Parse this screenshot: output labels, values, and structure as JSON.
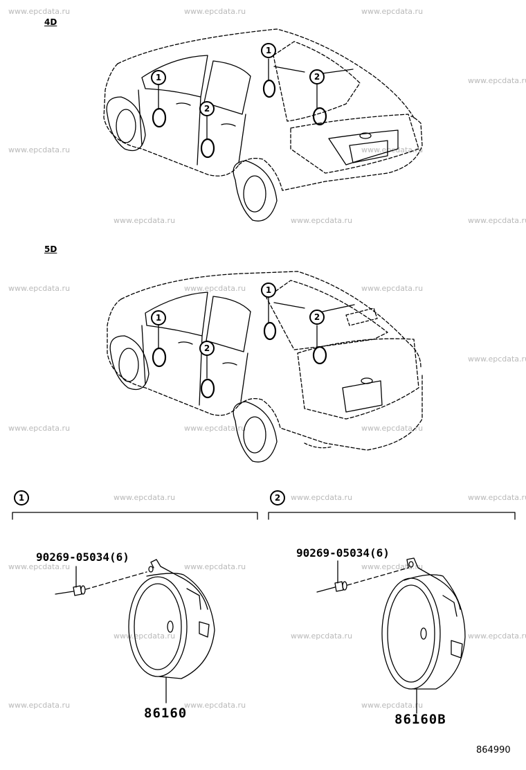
{
  "watermark": "www.epcdata.ru",
  "sections": {
    "sedan": "4D",
    "wagon": "5D"
  },
  "callouts": {
    "c1": "1",
    "c2": "2"
  },
  "parts": {
    "screw_left": "90269-05034(6)",
    "screw_right": "90269-05034(6)",
    "speaker_front": "86160",
    "speaker_rear": "86160B"
  },
  "diagram_id": "864990"
}
